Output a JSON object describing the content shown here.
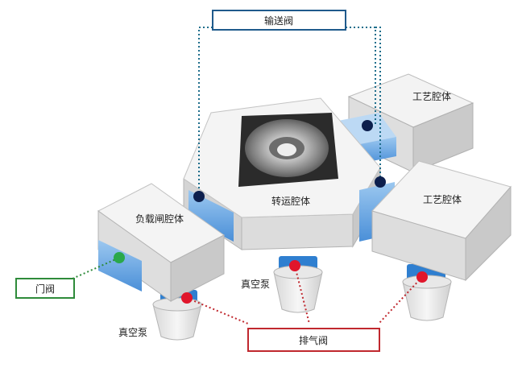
{
  "labels": {
    "transfer_valve": "输送阀",
    "process_chamber_top": "工艺腔体",
    "process_chamber_right": "工艺腔体",
    "transfer_chamber": "转运腔体",
    "loadlock_chamber": "负载闸腔体",
    "door_valve": "门阀",
    "vacuum_pump_center": "真空泵",
    "vacuum_pump_left": "真空泵",
    "exhaust_valve": "排气阀"
  },
  "colors": {
    "transfer_valve_border": "#1f5a8c",
    "door_valve_border": "#2e8b3a",
    "exhaust_valve_border": "#c0282e",
    "transfer_dot": "#0d1f4d",
    "door_dot": "#2aa84a",
    "exhaust_dot": "#e0162b",
    "connector": "#5aa0e0",
    "box_top": "#f1f1f1",
    "box_side": "#c9c9c9",
    "box_front": "#dedede"
  }
}
